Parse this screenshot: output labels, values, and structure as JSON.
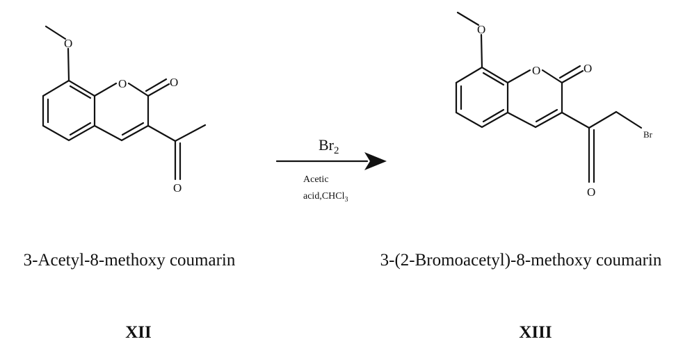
{
  "reactant": {
    "atoms": {
      "methoxy_o": "O",
      "ring_o": "O",
      "carbonyl_o": "O",
      "acetyl_o": "O"
    },
    "name": "3-Acetyl-8-methoxy coumarin",
    "label": "XII"
  },
  "reagents": {
    "main": "Br",
    "main_sub": "2",
    "line1": "Acetic",
    "line2": "acid,CHCl",
    "line2_sub": "3"
  },
  "product": {
    "atoms": {
      "methoxy_o": "O",
      "ring_o": "O",
      "carbonyl_o": "O",
      "acetyl_o": "O",
      "bromine": "Br"
    },
    "name": "3-(2-Bromoacetyl)-8-methoxy coumarin",
    "label": "XIII"
  }
}
